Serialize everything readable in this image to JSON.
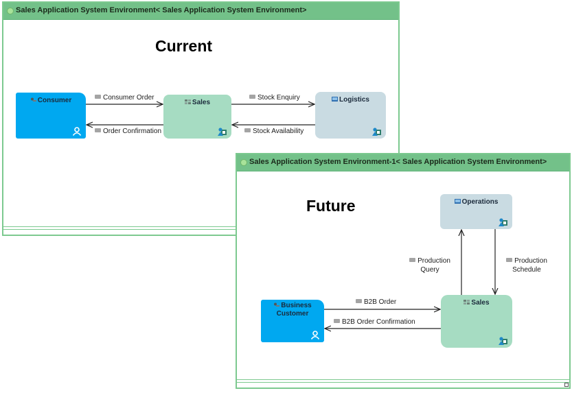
{
  "current_frame": {
    "title": "Sales Application System Environment<    Sales Application System Environment>",
    "heading": "Current",
    "nodes": {
      "consumer": "Consumer",
      "sales": "Sales",
      "logistics": "Logistics"
    },
    "flows": {
      "consumer_order": "Consumer Order",
      "order_confirmation": "Order Confirmation",
      "stock_enquiry": "Stock Enquiry",
      "stock_availability": "Stock Availability"
    }
  },
  "future_frame": {
    "title": "Sales Application System Environment-1<    Sales Application System Environment>",
    "heading": "Future",
    "nodes": {
      "operations": "Operations",
      "business_customer_line1": "Business",
      "business_customer_line2": "Customer",
      "sales": "Sales"
    },
    "flows": {
      "production_query_line1": "Production",
      "production_query_line2": "Query",
      "production_schedule_line1": "Production",
      "production_schedule_line2": "Schedule",
      "b2b_order": "B2B Order",
      "b2b_order_confirmation": "B2B Order Confirmation"
    }
  },
  "colors": {
    "frame_header": "#73c189",
    "frame_border": "#7cc98f",
    "actor_blue": "#00a8f0",
    "app_green": "#a6dcc2",
    "system_gray": "#c9dbe2"
  },
  "icons": [
    "status-dot-icon",
    "actor-icon",
    "application-icon",
    "system-icon",
    "person-badge-icon",
    "component-badge-icon",
    "message-chip-icon",
    "resize-handle-icon"
  ]
}
